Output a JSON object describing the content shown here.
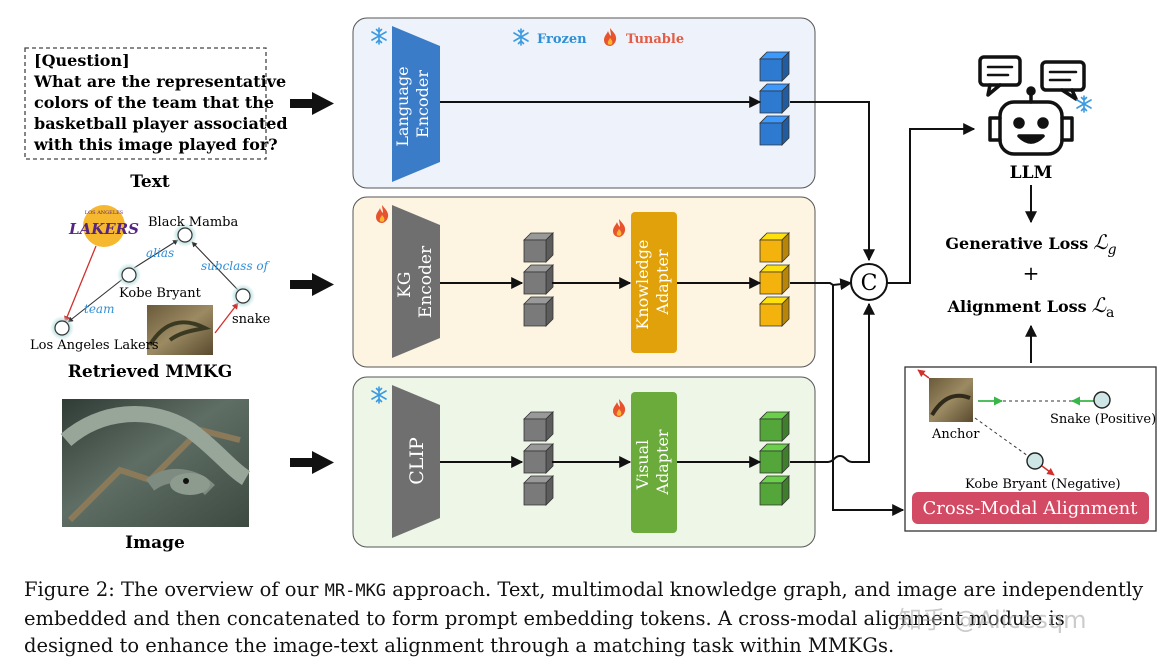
{
  "question": {
    "tag": "[Question]",
    "lines": [
      "What are the representative",
      "colors of the team that the",
      "basketball player associated",
      "with this image played for?"
    ]
  },
  "inputs": {
    "text_label": "Text",
    "kg_label": "Retrieved MMKG",
    "image_label": "Image"
  },
  "kg": {
    "logo_text": "LAKERS",
    "logo_small": "LOS ANGELES",
    "nodes": {
      "black_mamba": "Black Mamba",
      "kobe": "Kobe Bryant",
      "lakers": "Los Angeles Lakers",
      "snake": "snake"
    },
    "edges": {
      "alias": "alias",
      "subclass": "subclass of",
      "team": "team"
    }
  },
  "legend": {
    "frozen": "Frozen",
    "tunable": "Tunable"
  },
  "modules": {
    "language_encoder": [
      "Language",
      "Encoder"
    ],
    "kg_encoder": [
      "KG",
      "Encoder"
    ],
    "knowledge_adapter": [
      "Knowledge",
      "Adapter"
    ],
    "clip": "CLIP",
    "visual_adapter": [
      "Visual",
      "Adapter"
    ],
    "concat": "C"
  },
  "llm": {
    "label": "LLM"
  },
  "losses": {
    "generative": "Generative Loss",
    "generative_symbol": "ℒ",
    "generative_sub": "g",
    "plus": "+",
    "alignment": "Alignment Loss",
    "alignment_symbol": "ℒ",
    "alignment_sub": "a"
  },
  "alignment_box": {
    "anchor": "Anchor",
    "positive": "Snake (Positive)",
    "negative": "Kobe Bryant (Negative)",
    "title": "Cross-Modal Alignment"
  },
  "caption": {
    "prefix": "Figure 2: The overview of our ",
    "method": "MR-MKG",
    "body": " approach. Text, multimodal knowledge graph, and image are independently embedded and then concatenated to form prompt embedding tokens. A cross-modal alignment module is designed to enhance the image-text alignment through a matching task within MMKGs."
  },
  "watermark": "知乎 @Alicesqm",
  "colors": {
    "language_panel": "#eef3fb",
    "kg_panel": "#fdf5e2",
    "clip_panel": "#eef6e8",
    "language_encoder": "#3a7cc7",
    "kg_module": "#6f6f6f",
    "knowledge_adapter": "#e0a10a",
    "visual_adapter": "#6aab3c",
    "token_blue": "#2f7ad1",
    "token_gray": "#7a7a7a",
    "token_orange": "#f4b30c",
    "token_green": "#55a63a",
    "alignment_title_bg": "#d24a63",
    "frozen": "#2f8fd6",
    "tunable": "#e25d45"
  }
}
